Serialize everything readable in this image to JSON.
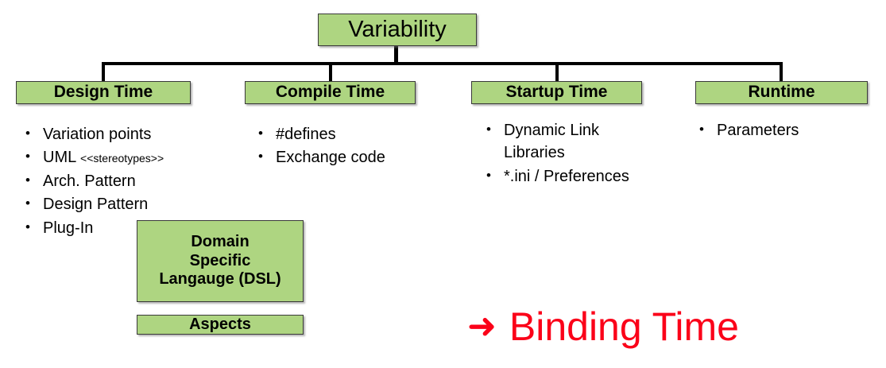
{
  "diagram": {
    "root": {
      "label": "Variability"
    },
    "categories": [
      {
        "label": "Design Time"
      },
      {
        "label": "Compile Time"
      },
      {
        "label": "Startup Time"
      },
      {
        "label": "Runtime"
      }
    ],
    "columns": [
      {
        "name": "design-time",
        "items": [
          {
            "text": "Variation points",
            "note": ""
          },
          {
            "text": "UML ",
            "note": "<<stereotypes>>"
          },
          {
            "text": "Arch. Pattern",
            "note": ""
          },
          {
            "text": "Design Pattern",
            "note": ""
          },
          {
            "text": "Plug-In",
            "note": ""
          }
        ]
      },
      {
        "name": "compile-time",
        "items": [
          {
            "text": "#defines",
            "note": ""
          },
          {
            "text": "Exchange code",
            "note": ""
          }
        ]
      },
      {
        "name": "startup-time",
        "items": [
          {
            "text": "Dynamic Link Libraries",
            "note": ""
          },
          {
            "text": "*.ini / Preferences",
            "note": ""
          }
        ]
      },
      {
        "name": "runtime",
        "items": [
          {
            "text": "Parameters",
            "note": ""
          }
        ]
      }
    ],
    "aux_boxes": [
      {
        "label": "Domain\nSpecific\nLangauge (DSL)"
      },
      {
        "label": "Aspects"
      }
    ],
    "callout": {
      "arrow": "arrow-right-icon",
      "arrow_glyph": "➜",
      "label": "Binding Time"
    },
    "bullet_glyph": "•",
    "colors": {
      "box_fill": "#aed581",
      "box_border": "#3a3a3a",
      "connector": "#000000",
      "callout_red": "#fb0219",
      "text": "#000000",
      "background": "#ffffff"
    }
  }
}
